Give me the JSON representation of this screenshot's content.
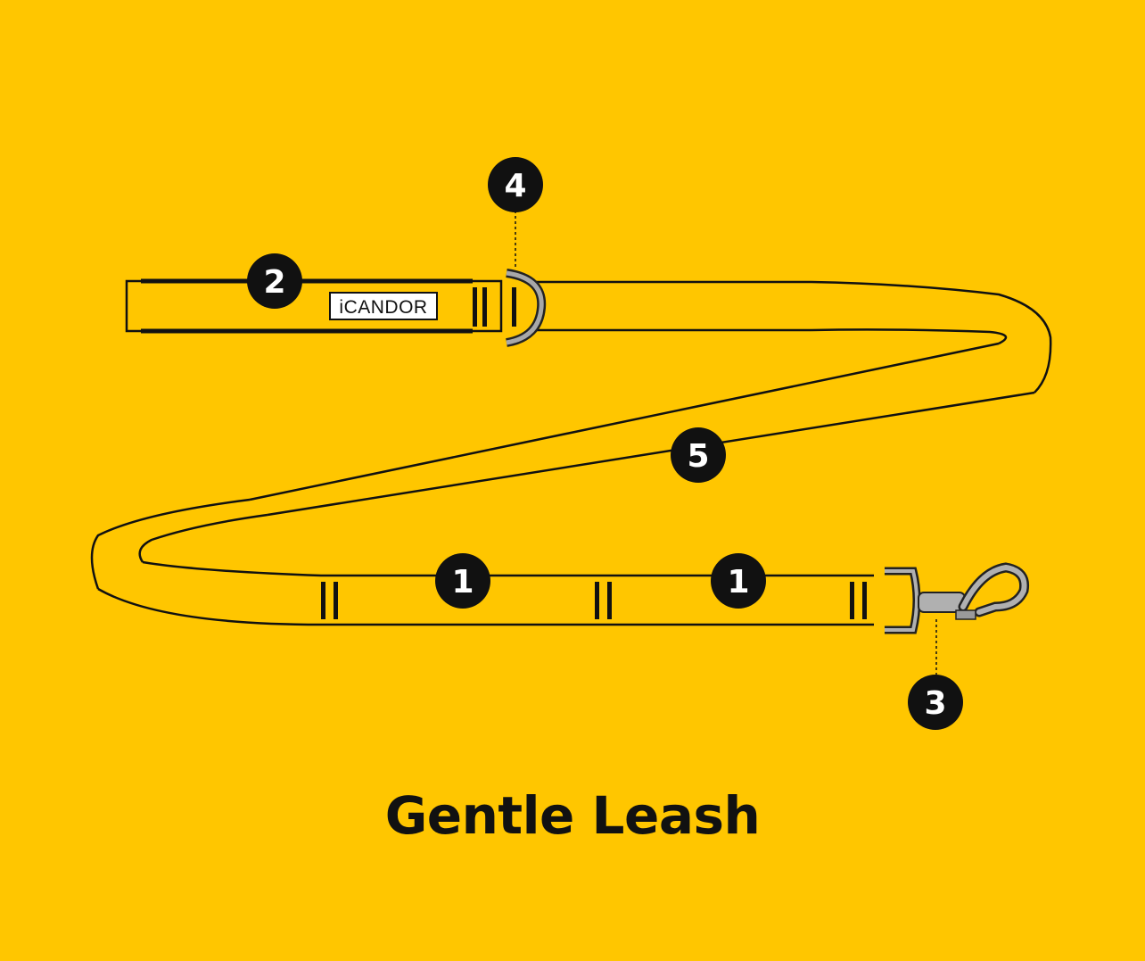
{
  "title": "Gentle Leash",
  "brand_tag": "iCANDOR",
  "callouts": {
    "stitching_1": "1",
    "stitching_2": "1",
    "handle": "2",
    "snap_hook": "3",
    "d_ring": "4",
    "strap": "5"
  },
  "colors": {
    "background": "#FFC600",
    "outline": "#111111",
    "badge": "#111111",
    "metal": "#9a9a9a"
  }
}
